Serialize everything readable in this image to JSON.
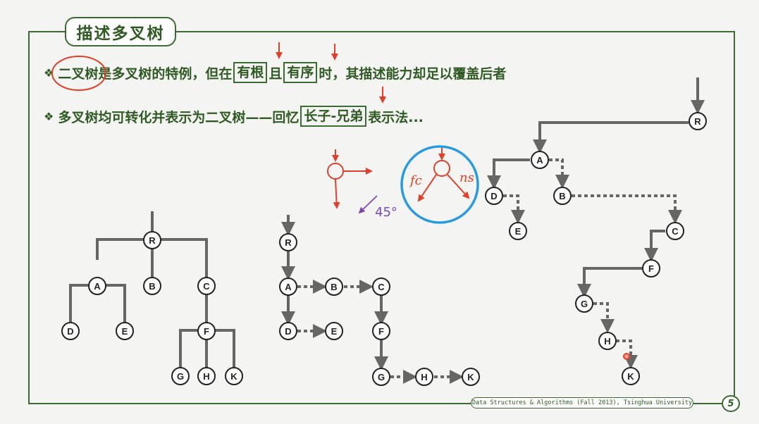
{
  "title": "描述多叉树",
  "bullets": [
    {
      "parts": [
        "二叉树",
        "是多叉树的特例，但在",
        "有根",
        "且",
        "有序",
        "时，其描述能力却足以覆盖后者"
      ]
    },
    {
      "parts": [
        "多叉树均可转化并表示为二叉树——回忆",
        "长子-兄弟",
        "表示法..."
      ]
    }
  ],
  "bullet_symbol": "❖",
  "annotations": {
    "fc": "fc",
    "ns": "ns",
    "angle": "45°"
  },
  "footer": "Data Structures & Algorithms (Fall 2013), Tsinghua University",
  "page_number": "5",
  "colors": {
    "frame": "#3b6b32",
    "text": "#2f5a24",
    "edge": "#666666",
    "annot_red": "#e0402a",
    "annot_blue": "#2a9ae0",
    "annot_purple": "#7a4ab0"
  },
  "trees": {
    "multiway": {
      "nodes": [
        {
          "id": "R",
          "label": "R"
        },
        {
          "id": "A",
          "label": "A"
        },
        {
          "id": "B",
          "label": "B"
        },
        {
          "id": "C",
          "label": "C"
        },
        {
          "id": "D",
          "label": "D"
        },
        {
          "id": "E",
          "label": "E"
        },
        {
          "id": "F",
          "label": "F"
        },
        {
          "id": "G",
          "label": "G"
        },
        {
          "id": "H",
          "label": "H"
        },
        {
          "id": "K",
          "label": "K"
        }
      ]
    },
    "first_child_next_sibling": {
      "nodes": [
        {
          "id": "R",
          "label": "R"
        },
        {
          "id": "A",
          "label": "A"
        },
        {
          "id": "B",
          "label": "B"
        },
        {
          "id": "C",
          "label": "C"
        },
        {
          "id": "D",
          "label": "D"
        },
        {
          "id": "E",
          "label": "E"
        },
        {
          "id": "F",
          "label": "F"
        },
        {
          "id": "G",
          "label": "G"
        },
        {
          "id": "H",
          "label": "H"
        },
        {
          "id": "K",
          "label": "K"
        }
      ]
    },
    "binary_rotated": {
      "nodes": [
        {
          "id": "R",
          "label": "R"
        },
        {
          "id": "A",
          "label": "A"
        },
        {
          "id": "D",
          "label": "D"
        },
        {
          "id": "E",
          "label": "E"
        },
        {
          "id": "B",
          "label": "B"
        },
        {
          "id": "C",
          "label": "C"
        },
        {
          "id": "F",
          "label": "F"
        },
        {
          "id": "G",
          "label": "G"
        },
        {
          "id": "H",
          "label": "H"
        },
        {
          "id": "K",
          "label": "K"
        }
      ]
    }
  }
}
